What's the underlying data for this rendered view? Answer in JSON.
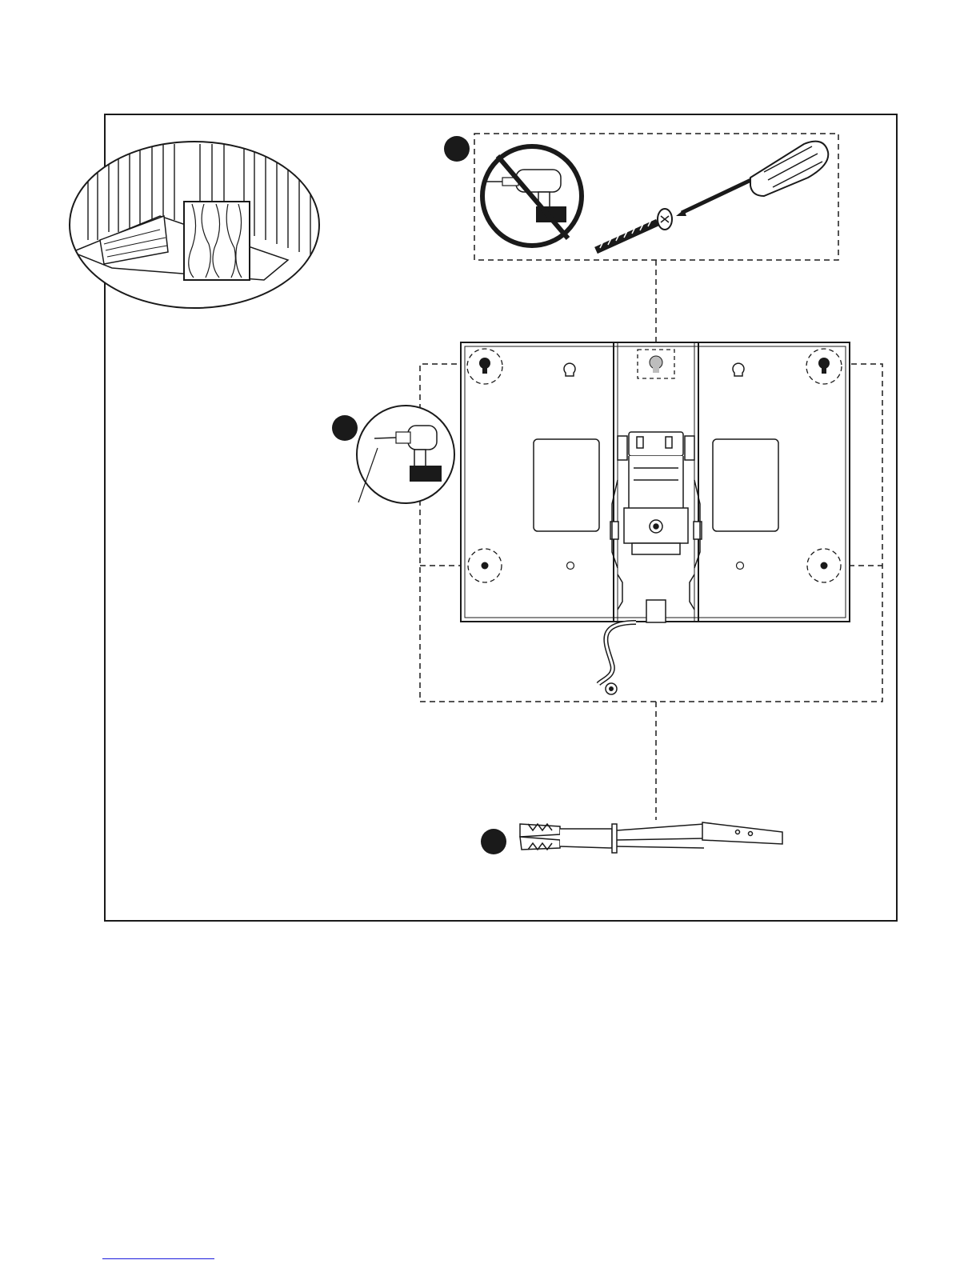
{
  "diagram": {
    "callouts": [
      {
        "name": "step-marker-screw",
        "label": ""
      },
      {
        "name": "step-marker-drill",
        "label": ""
      },
      {
        "name": "step-marker-anchor",
        "label": ""
      }
    ],
    "icons": [
      "wood-stud-icon",
      "no-drill-icon",
      "drill-icon",
      "screw-icon",
      "screwdriver-icon",
      "wall-anchor-icon",
      "wall-plate-icon",
      "ground-wire-icon"
    ],
    "colors": {
      "line": "#1a1a1a",
      "fill": "#ffffff",
      "muted": "#bdbdbd",
      "link": "#1a1adb"
    }
  }
}
